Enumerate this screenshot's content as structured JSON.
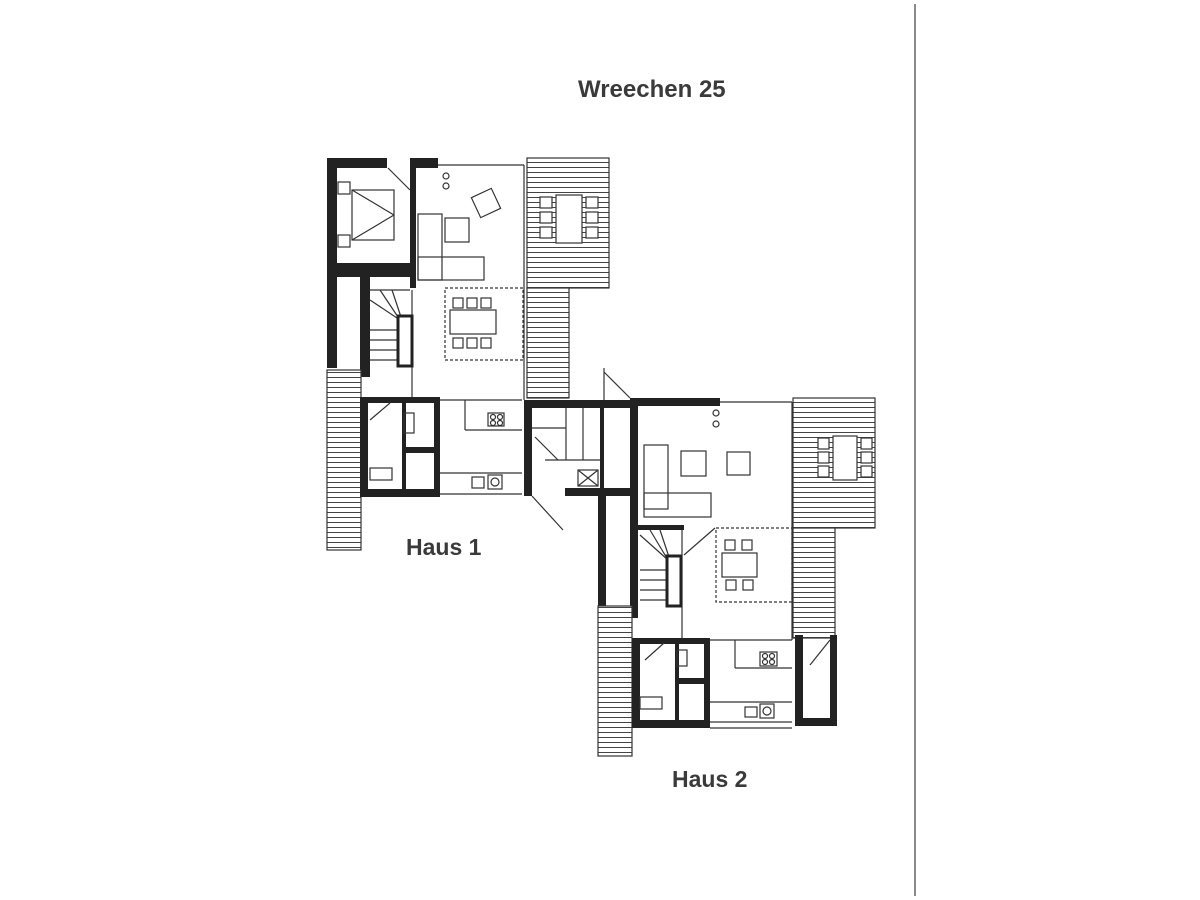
{
  "page": {
    "title": "Wreechen 25",
    "houses": [
      {
        "label": "Haus 1"
      },
      {
        "label": "Haus 2"
      }
    ]
  },
  "colors": {
    "background": "#ffffff",
    "wall": "#222222",
    "line": "#333333",
    "text": "#3a3a3a",
    "divider": "#8a8a8a"
  }
}
